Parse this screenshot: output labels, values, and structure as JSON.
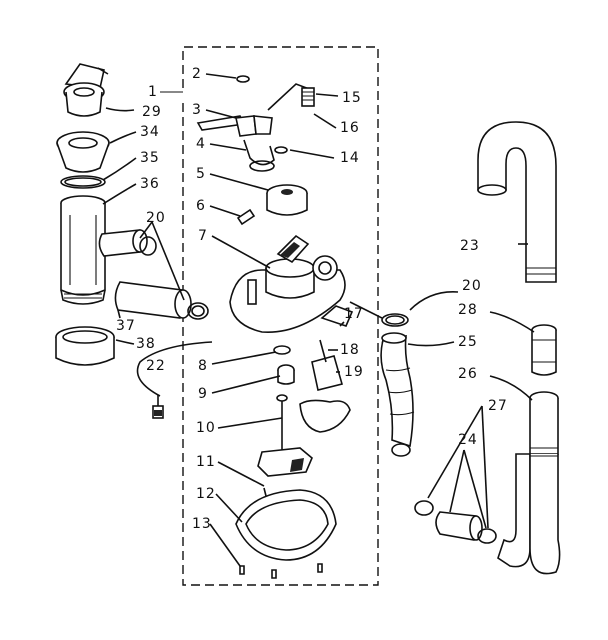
{
  "diagram": {
    "parts": [
      {
        "id": "p1",
        "label": "1"
      },
      {
        "id": "p2",
        "label": "2"
      },
      {
        "id": "p3",
        "label": "3"
      },
      {
        "id": "p4",
        "label": "4"
      },
      {
        "id": "p5",
        "label": "5"
      },
      {
        "id": "p6",
        "label": "6"
      },
      {
        "id": "p7",
        "label": "7"
      },
      {
        "id": "p8",
        "label": "8"
      },
      {
        "id": "p9",
        "label": "9"
      },
      {
        "id": "p10",
        "label": "10"
      },
      {
        "id": "p11",
        "label": "11"
      },
      {
        "id": "p12",
        "label": "12"
      },
      {
        "id": "p13",
        "label": "13"
      },
      {
        "id": "p14",
        "label": "14"
      },
      {
        "id": "p15",
        "label": "15"
      },
      {
        "id": "p16",
        "label": "16"
      },
      {
        "id": "p17",
        "label": "17"
      },
      {
        "id": "p18",
        "label": "18"
      },
      {
        "id": "p19",
        "label": "19"
      },
      {
        "id": "p20a",
        "label": "20"
      },
      {
        "id": "p20b",
        "label": "20"
      },
      {
        "id": "p22",
        "label": "22"
      },
      {
        "id": "p23",
        "label": "23"
      },
      {
        "id": "p24",
        "label": "24"
      },
      {
        "id": "p25",
        "label": "25"
      },
      {
        "id": "p26",
        "label": "26"
      },
      {
        "id": "p27",
        "label": "27"
      },
      {
        "id": "p28",
        "label": "28"
      },
      {
        "id": "p29",
        "label": "29"
      },
      {
        "id": "p34",
        "label": "34"
      },
      {
        "id": "p35",
        "label": "35"
      },
      {
        "id": "p36",
        "label": "36"
      },
      {
        "id": "p37",
        "label": "37"
      },
      {
        "id": "p38",
        "label": "38"
      }
    ]
  }
}
